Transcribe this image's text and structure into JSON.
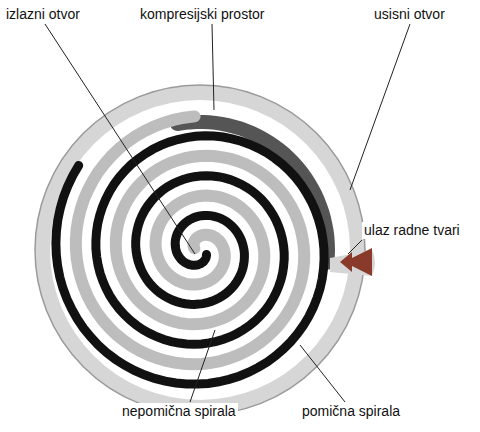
{
  "diagram": {
    "labels": [
      "izlazni otvor",
      "kompresijski prostor",
      "usisni otvor",
      "ulaz radne tvari",
      "nepomična spirala",
      "pomična spirala"
    ]
  }
}
